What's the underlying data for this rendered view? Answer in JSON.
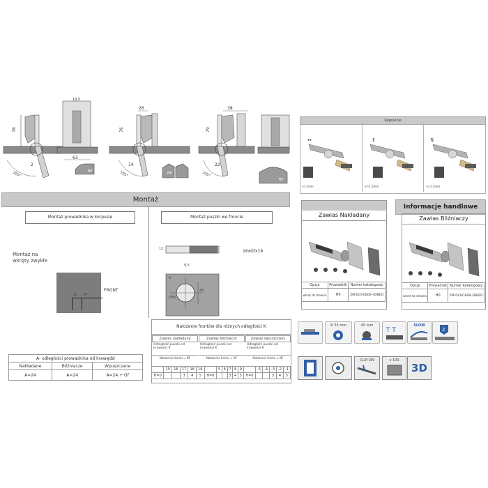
{
  "top_dims": {
    "d1": {
      "h": "78",
      "w": "63",
      "r": "2",
      "a": "105°"
    },
    "d2": {
      "top": "19.5",
      "h": "76",
      "w": "26",
      "r": "14",
      "a": "105°"
    },
    "d3": {
      "h": "79",
      "w": "38",
      "r": "22",
      "a": "105°"
    },
    "nf": "NF"
  },
  "regulacje": {
    "title": "Regulacje",
    "captions": [
      "+/-1mm",
      "+/-1.5mm",
      "+/-1.5mm"
    ]
  },
  "montaz": {
    "title": "Montaż"
  },
  "left_panel": {
    "title": "Montaż prowadnika w korpusie",
    "note_line1": "Montaż na",
    "note_line2": "wkręty zwykłe",
    "front_label": "FRONT",
    "d_a": "20",
    "d_b": "24"
  },
  "mid_panel": {
    "title": "Montaż puszki we froncie",
    "spec": "16xGfx18",
    "d_12": "12",
    "d_95": "9,5",
    "d_k": "K",
    "d_35": "Ø35",
    "d_45": "45"
  },
  "dist_table": {
    "caption": "A- odległości prowadnika od krawędzi",
    "headers": [
      "Nakładane",
      "Bliźniacze",
      "Wpuszczane"
    ],
    "values": [
      "A=24",
      "A=24",
      "A=24 + Gf"
    ]
  },
  "overlay_table": {
    "caption": "Nałożenie frontów dla różnych odległości K",
    "groups": [
      {
        "title": "Zawias nakładany",
        "sub": "Odległość puszki od krawędzi K",
        "label": "Nałożenie frontu = NF",
        "nf": [
          "15",
          "16",
          "17",
          "18",
          "19"
        ],
        "k": [
          "3",
          "4",
          "5"
        ]
      },
      {
        "title": "Zawias bliźniaczy",
        "sub": "Odległość puszki od krawędzi K",
        "label": "Nałożenie frontu = NF",
        "nf": [
          "5",
          "6",
          "7",
          "8",
          "9"
        ],
        "k": [
          "3",
          "4",
          "5"
        ]
      },
      {
        "title": "Zawias wpuszczany",
        "sub": "Odległość puszki od krawędzi K",
        "label": "Nałożenie frontu = NF",
        "nf": [
          "-5",
          "-4",
          "-3",
          "-2",
          "-1"
        ],
        "k": [
          "3",
          "4",
          "5"
        ]
      }
    ],
    "h_label": "H=0"
  },
  "product_left": {
    "title": "Zawias Nakładany",
    "headers": [
      "Opcja",
      "Prowadnik",
      "Numer katalogowy"
    ],
    "row": [
      "wkręt do drewna",
      "H0",
      "ZM-DCHCB09-3DBEO"
    ]
  },
  "product_right": {
    "section_title": "Informacje handlowe",
    "title": "Zawias Bliźniaczy",
    "headers": [
      "Opcja",
      "Prowadnik",
      "Numer katalogowy"
    ],
    "row": [
      "wkręt do drewna",
      "H0",
      "ZM-DCHCB08-3DBEO"
    ]
  },
  "feature_icons": {
    "d35": "Ø 35 mm",
    "d45": "45 mm",
    "slow": "SLOW",
    "two": "2",
    "clip": "CLIP-ON",
    "x100": "x 100",
    "three_d": "3D"
  },
  "colors": {
    "band": "#c9c9c9",
    "blue": "#2f5fa7",
    "dark": "#555555"
  }
}
